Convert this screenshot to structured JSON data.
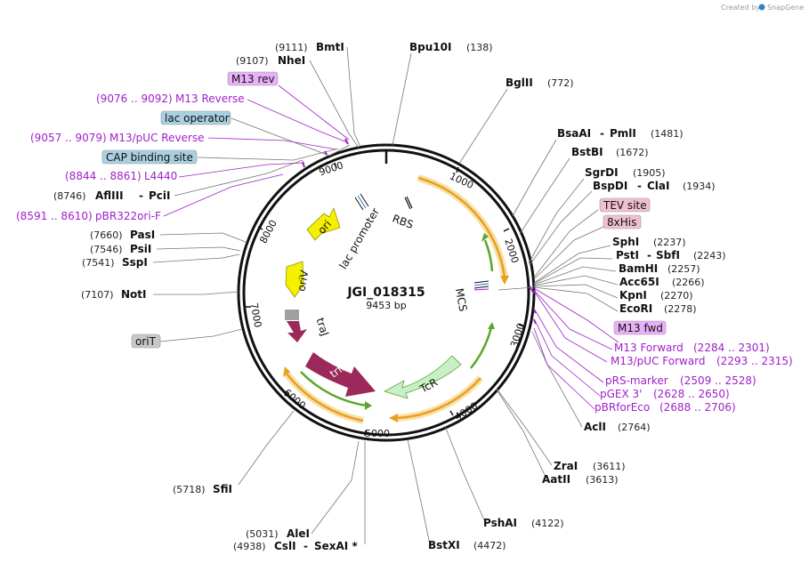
{
  "app": {
    "credit": "Created by",
    "brand": "SnapGene"
  },
  "plasmid": {
    "name": "JGI_018315",
    "size": "9453 bp"
  },
  "ticks": [
    "1000",
    "2000",
    "3000",
    "4000",
    "5000",
    "6000",
    "7000",
    "8000",
    "9000"
  ],
  "features": {
    "ori": "ori",
    "oriV": "oriV",
    "lac_promoter": "lac promoter",
    "rbs": "RBS",
    "mcs": "MCS",
    "traJ": "traJ",
    "trfA": "trfA",
    "tcr": "TcR"
  },
  "right_sites": {
    "bpu10i": {
      "name": "Bpu10I",
      "pos": "(138)"
    },
    "bglii": {
      "name": "BglII",
      "pos": "(772)"
    },
    "bsaai": {
      "name": "BsaAI",
      "name2": "PmlI",
      "pos": "(1481)"
    },
    "bstbi": {
      "name": "BstBI",
      "pos": "(1672)"
    },
    "sgrdi": {
      "name": "SgrDI",
      "pos": "(1905)"
    },
    "bspdi": {
      "name": "BspDI",
      "name2": "ClaI",
      "pos": "(1934)"
    },
    "sphi": {
      "name": "SphI",
      "pos": "(2237)"
    },
    "psti": {
      "name": "PstI",
      "name2": "SbfI",
      "pos": "(2243)"
    },
    "bamhi": {
      "name": "BamHI",
      "pos": "(2257)"
    },
    "acc65i": {
      "name": "Acc65I",
      "pos": "(2266)"
    },
    "kpni": {
      "name": "KpnI",
      "pos": "(2270)"
    },
    "ecori": {
      "name": "EcoRI",
      "pos": "(2278)"
    },
    "acli": {
      "name": "AclI",
      "pos": "(2764)"
    },
    "zrai": {
      "name": "ZraI",
      "pos": "(3611)"
    },
    "aatii": {
      "name": "AatII",
      "pos": "(3613)"
    },
    "pshai": {
      "name": "PshAI",
      "pos": "(4122)"
    },
    "bstxi": {
      "name": "BstXI",
      "pos": "(4472)"
    }
  },
  "left_sites": {
    "bmti": {
      "name": "BmtI",
      "pos": "(9111)"
    },
    "nhei": {
      "name": "NheI",
      "pos": "(9107)"
    },
    "afliii": {
      "name": "AflIII",
      "name2": "PciI",
      "pos": "(8746)"
    },
    "pasi": {
      "name": "PasI",
      "pos": "(7660)"
    },
    "psii": {
      "name": "PsiI",
      "pos": "(7546)"
    },
    "sspi": {
      "name": "SspI",
      "pos": "(7541)"
    },
    "noti": {
      "name": "NotI",
      "pos": "(7107)"
    },
    "sfii": {
      "name": "SfiI",
      "pos": "(5718)"
    },
    "alei": {
      "name": "AleI",
      "pos": "(5031)"
    },
    "csli": {
      "name": "CslI",
      "name2": "SexAI *",
      "pos": "(4938)"
    }
  },
  "boxed_features": {
    "tev_site": "TEV site",
    "his8": "8xHis",
    "m13_fwd": "M13 fwd",
    "m13_rev": "M13 rev",
    "lac_operator": "lac operator",
    "cap_site": "CAP binding site",
    "orit": "oriT"
  },
  "primers": {
    "m13_forward": {
      "name": "M13 Forward",
      "range": "(2284 .. 2301)"
    },
    "m13puc_forward": {
      "name": "M13/pUC Forward",
      "range": "(2293 .. 2315)"
    },
    "prs_marker": {
      "name": "pRS-marker",
      "range": "(2509 .. 2528)"
    },
    "pgex3": {
      "name": "pGEX 3'",
      "range": "(2628 .. 2650)"
    },
    "pbrforeco": {
      "name": "pBRforEco",
      "range": "(2688 .. 2706)"
    },
    "m13_reverse": {
      "name": "M13 Reverse",
      "range": "(9076 .. 9092)"
    },
    "m13puc_reverse": {
      "name": "M13/pUC Reverse",
      "range": "(9057 .. 9079)"
    },
    "l4440": {
      "name": "L4440",
      "range": "(8844 .. 8861)"
    },
    "pbr322ori": {
      "name": "pBR322ori-F",
      "range": "(8591 .. 8610)"
    }
  },
  "colors": {
    "primer": "#a020c8",
    "orange_feature": "#e8a020",
    "green_feature": "#5aa62a",
    "ori_yellow": "#f4f000",
    "trfA": "#9b2a5a",
    "tcr": "#c8f0c8",
    "box_pink": "#f0c0d0",
    "box_violet": "#e8b0f8",
    "box_blue": "#a8d0e0",
    "box_gray": "#c8c8c8"
  }
}
